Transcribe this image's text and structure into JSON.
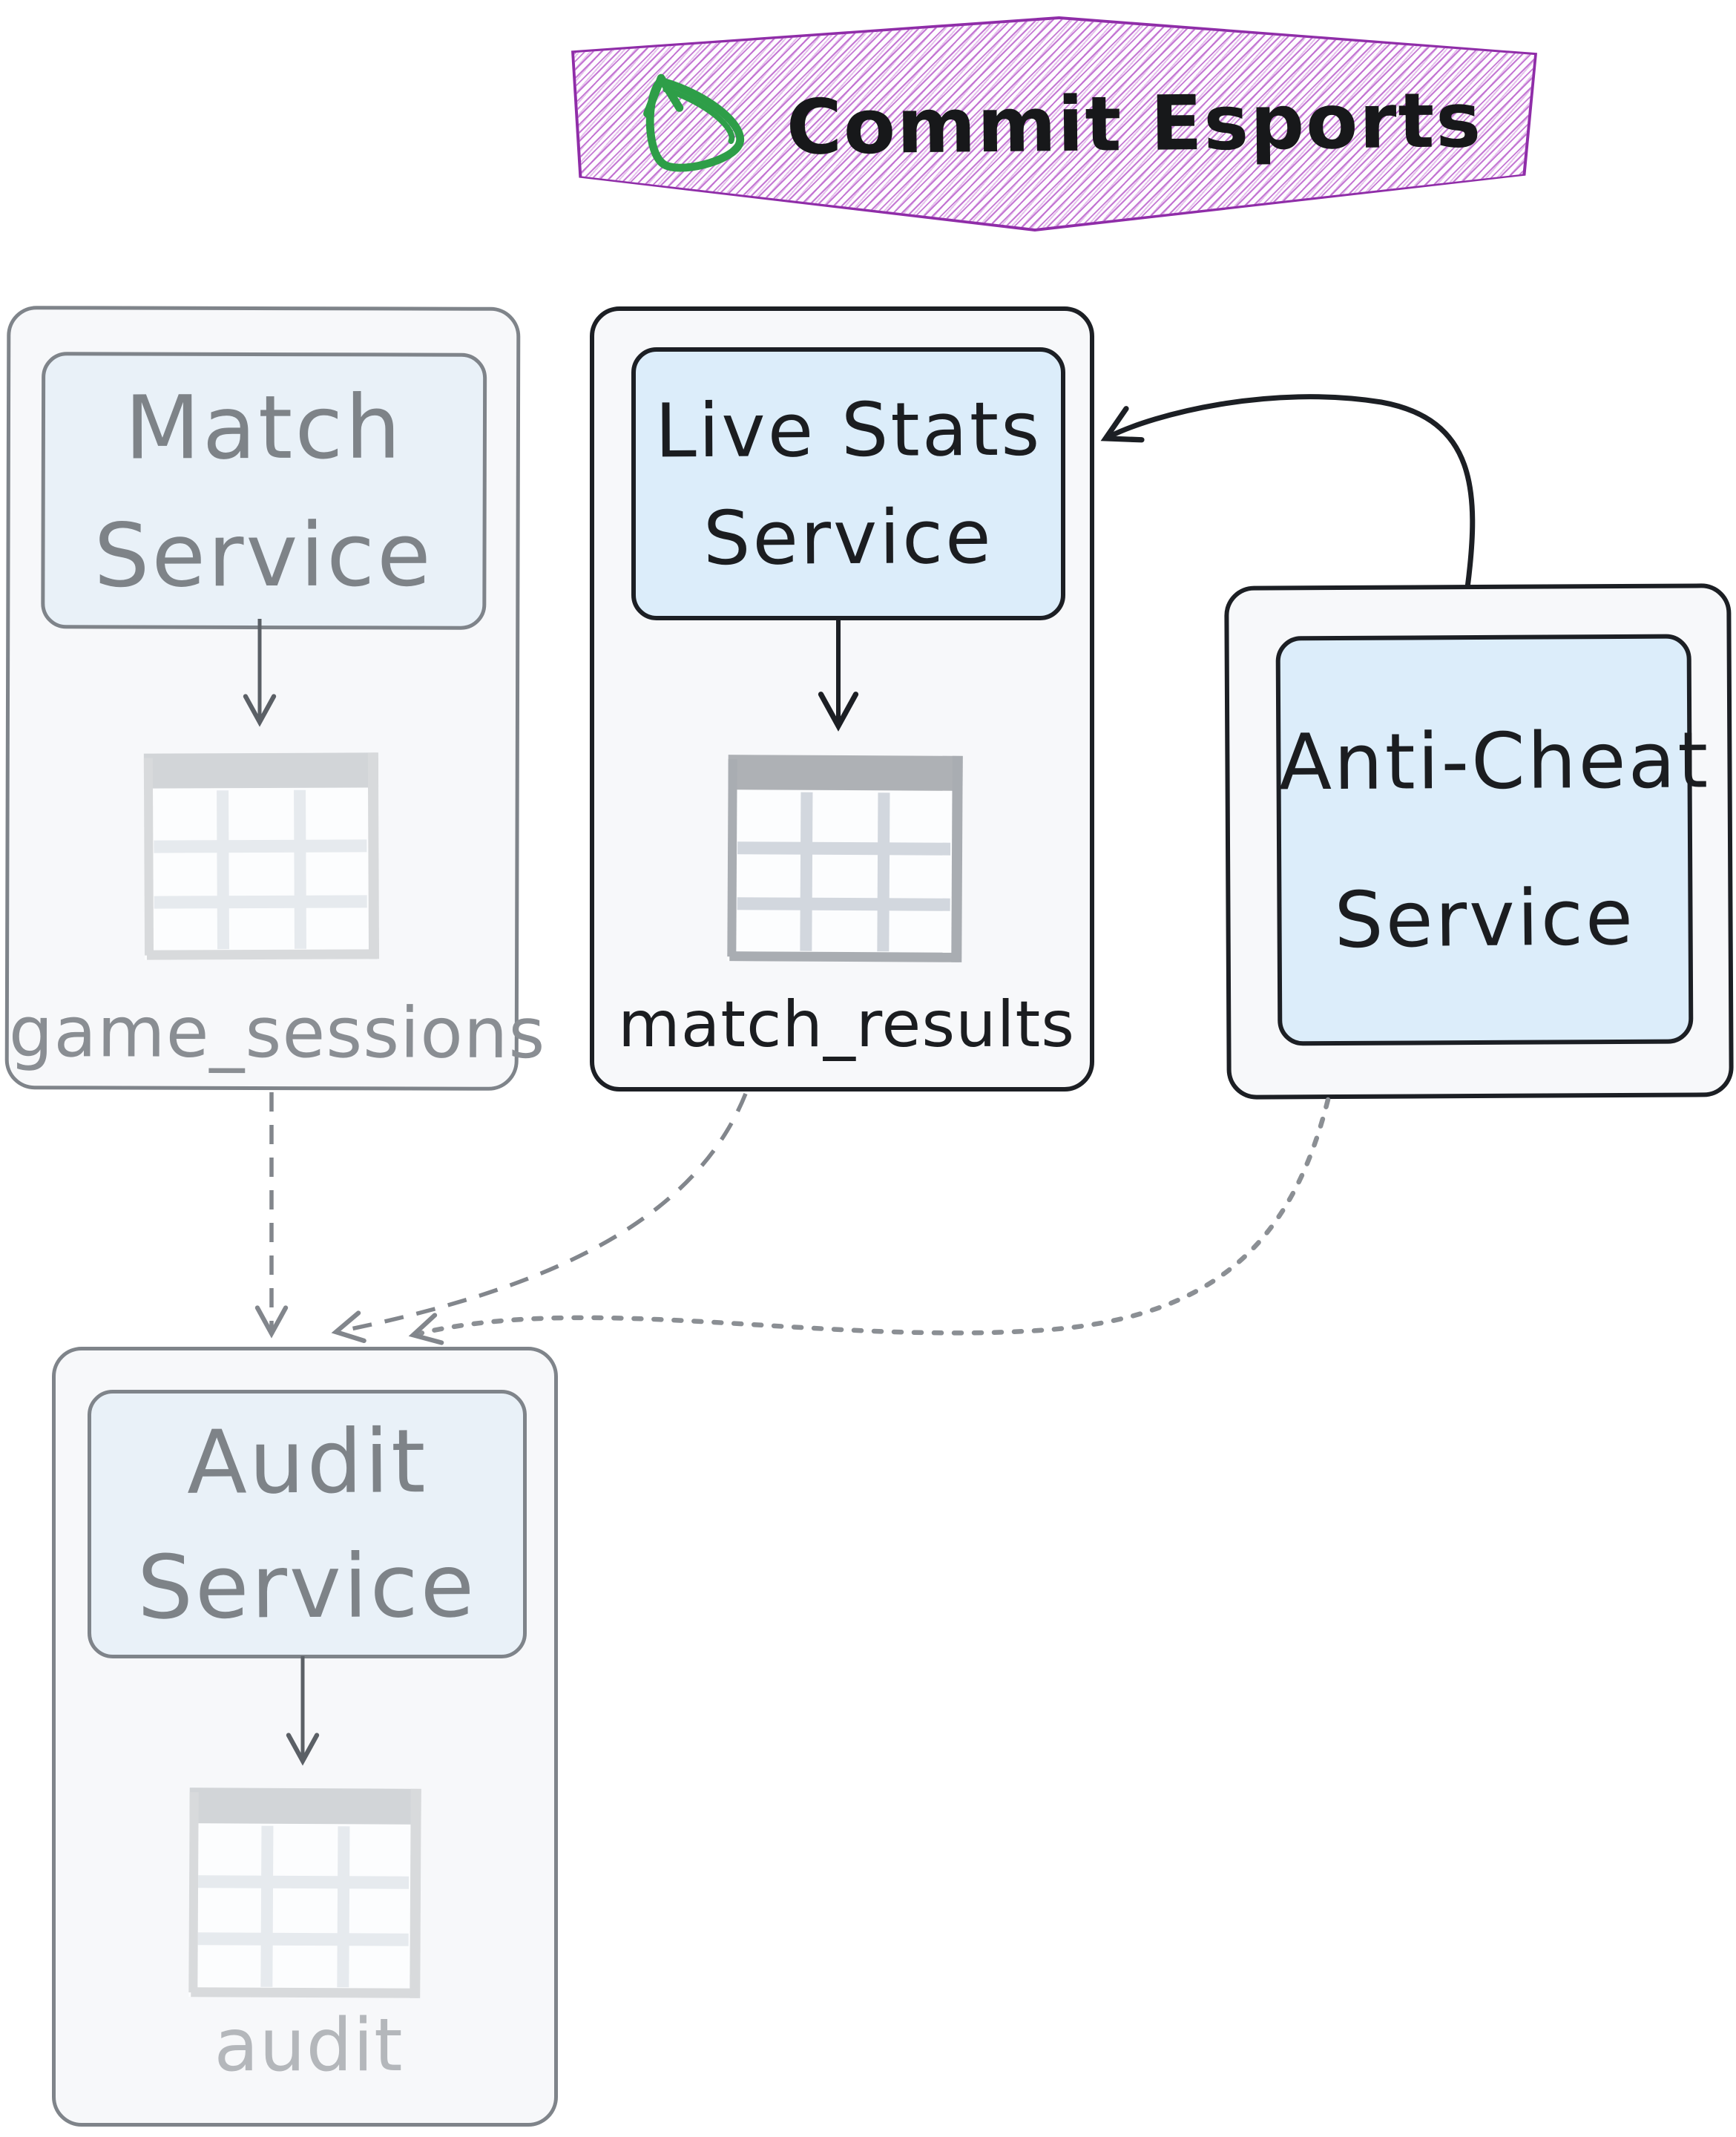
{
  "badge": {
    "label": "Commit Esports",
    "icon": "loop-arrow-icon",
    "colors": {
      "border": "#8f2da8",
      "hatch": "#bb62cc",
      "icon": "#2e9e48",
      "text": "#17181a"
    }
  },
  "nodes": {
    "match": {
      "title_line1": "Match",
      "title_line2": "Service",
      "table_label": "game_sessions",
      "state": "inactive"
    },
    "live_stats": {
      "title_line1": "Live Stats",
      "title_line2": "Service",
      "table_label": "match_results",
      "state": "active"
    },
    "anti_cheat": {
      "title_line1": "Anti-Cheat",
      "title_line2": "Service",
      "state": "active"
    },
    "audit": {
      "title_line1": "Audit",
      "title_line2": "Service",
      "table_label": "audit",
      "state": "inactive"
    }
  },
  "edges": [
    {
      "from": "anti_cheat",
      "to": "live_stats",
      "style": "solid",
      "color": "#1c1f24"
    },
    {
      "from": "match",
      "to": "audit",
      "style": "dashed",
      "color": "#82868c"
    },
    {
      "from": "live_stats",
      "to": "audit",
      "style": "dashed",
      "color": "#82868c"
    },
    {
      "from": "anti_cheat",
      "to": "audit",
      "style": "dotted",
      "color": "#8b8f94"
    },
    {
      "from": "match",
      "to": "match_table",
      "style": "solid",
      "color": "#5b6066"
    },
    {
      "from": "live_stats",
      "to": "live_stats_table",
      "style": "solid",
      "color": "#1c1f24"
    },
    {
      "from": "audit",
      "to": "audit_table",
      "style": "solid",
      "color": "#5b6066"
    }
  ],
  "colors": {
    "canvas_bg": "#ffffff",
    "active_fill": "#dcedfa",
    "inactive_fill": "#e9f1f8",
    "active_stroke": "#1c1f24",
    "inactive_stroke": "#7f848a",
    "inactive_text": "#7e8388",
    "faded_label": "#b4b7bb"
  }
}
